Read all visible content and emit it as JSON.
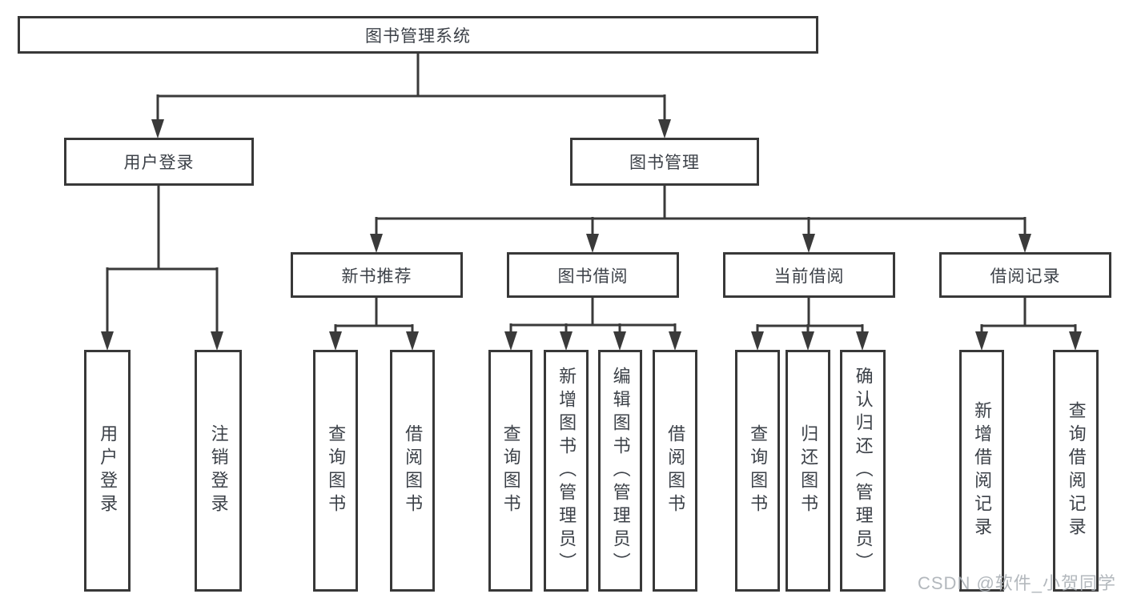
{
  "colors": {
    "background": "#ffffff",
    "box_border": "#383838",
    "connector": "#3a3a3a",
    "text": "#3c4148",
    "watermark": "#a8aeb4"
  },
  "watermark": {
    "text": "CSDN @软件_小贺同学"
  },
  "diagram": {
    "root": {
      "label": "图书管理系统"
    },
    "branches": [
      {
        "label": "用户登录",
        "children": [
          {
            "label": "用户登录"
          },
          {
            "label": "注销登录"
          }
        ]
      },
      {
        "label": "图书管理",
        "children": [
          {
            "label": "新书推荐",
            "children": [
              {
                "label": "查询图书"
              },
              {
                "label": "借阅图书"
              }
            ]
          },
          {
            "label": "图书借阅",
            "children": [
              {
                "label": "查询图书"
              },
              {
                "label": "新增图书（管理员）"
              },
              {
                "label": "编辑图书（管理员）"
              },
              {
                "label": "借阅图书"
              }
            ]
          },
          {
            "label": "当前借阅",
            "children": [
              {
                "label": "查询图书"
              },
              {
                "label": "归还图书"
              },
              {
                "label": "确认归还（管理员）"
              }
            ]
          },
          {
            "label": "借阅记录",
            "children": [
              {
                "label": "新增借阅记录"
              },
              {
                "label": "查询借阅记录"
              }
            ]
          }
        ]
      }
    ]
  }
}
